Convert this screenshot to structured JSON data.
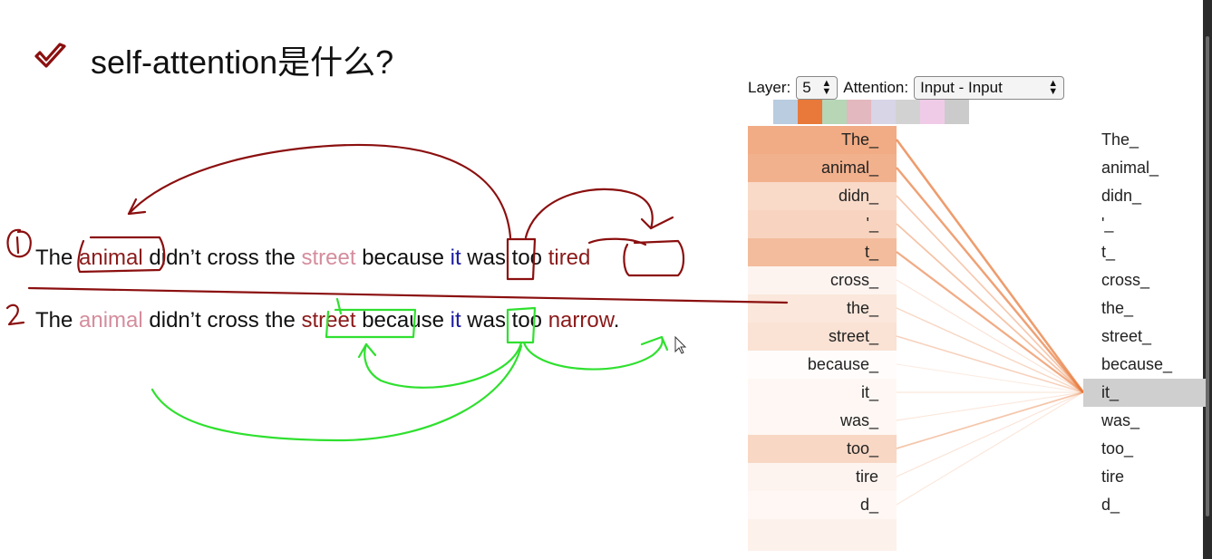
{
  "slide": {
    "title": "self-attention是什么?"
  },
  "sentences": [
    {
      "number_mark": "1",
      "tokens": [
        {
          "text": "The",
          "style": "plain"
        },
        {
          "text": "animal",
          "style": "dark"
        },
        {
          "text": "didn’t cross the",
          "style": "plain"
        },
        {
          "text": "street",
          "style": "pink"
        },
        {
          "text": "because",
          "style": "plain"
        },
        {
          "text": "it",
          "style": "blue"
        },
        {
          "text": "was too",
          "style": "plain"
        },
        {
          "text": "tired",
          "style": "dark"
        }
      ]
    },
    {
      "number_mark": "2",
      "tokens": [
        {
          "text": "The",
          "style": "plain"
        },
        {
          "text": "animal",
          "style": "pink"
        },
        {
          "text": "didn’t cross the",
          "style": "plain"
        },
        {
          "text": "street",
          "style": "dark"
        },
        {
          "text": "because",
          "style": "plain"
        },
        {
          "text": "it",
          "style": "blue"
        },
        {
          "text": "was too",
          "style": "plain"
        },
        {
          "text": "narrow",
          "style": "dark"
        },
        {
          "text": ".",
          "style": "plain"
        }
      ]
    }
  ],
  "visualizer": {
    "layer_label": "Layer:",
    "layer_value": "5",
    "attention_label": "Attention:",
    "attention_value": "Input - Input",
    "head_colors": [
      "#b9cce0",
      "#e8793a",
      "#b6d6b6",
      "#e3b8bf",
      "#d7d5e6",
      "#d2d2d2",
      "#f0cbe8",
      "#cbcbcb"
    ],
    "left_tokens": [
      {
        "text": "The_",
        "weight": 0.62
      },
      {
        "text": "animal_",
        "weight": 0.58
      },
      {
        "text": "didn_",
        "weight": 0.28
      },
      {
        "text": "'_",
        "weight": 0.32
      },
      {
        "text": "t_",
        "weight": 0.5
      },
      {
        "text": "cross_",
        "weight": 0.08
      },
      {
        "text": "the_",
        "weight": 0.18
      },
      {
        "text": "street_",
        "weight": 0.22
      },
      {
        "text": "because_",
        "weight": 0.02
      },
      {
        "text": "it_",
        "weight": 0.06
      },
      {
        "text": "was_",
        "weight": 0.06
      },
      {
        "text": "too_",
        "weight": 0.3
      },
      {
        "text": "tire",
        "weight": 0.08
      },
      {
        "text": "d_",
        "weight": 0.06
      },
      {
        "text": "",
        "weight": 0.1
      }
    ],
    "right_tokens": [
      "The_",
      "animal_",
      "didn_",
      "'_",
      "t_",
      "cross_",
      "the_",
      "street_",
      "because_",
      "it_",
      "was_",
      "too_",
      "tire",
      "d_"
    ],
    "selected_right_token": "it_",
    "accent_color": "#e8793a"
  },
  "annotation_colors": {
    "red_ink": "#8b0f0f",
    "green_ink": "#2fe02f"
  }
}
